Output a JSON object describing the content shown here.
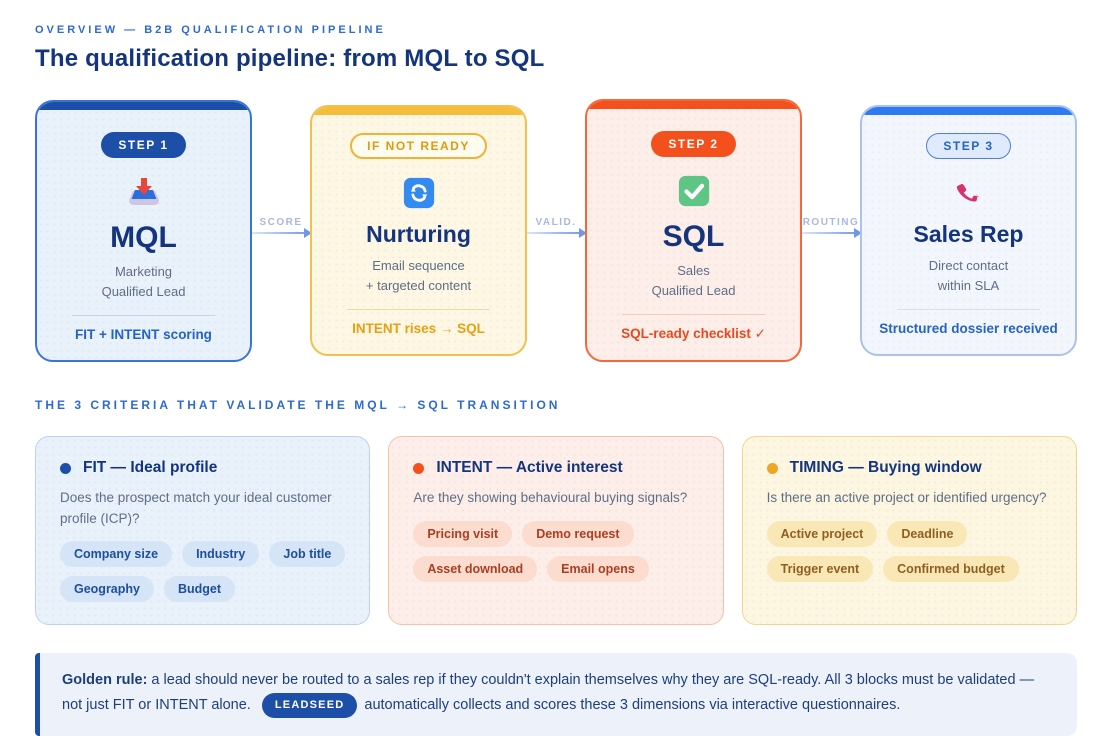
{
  "header": {
    "eyebrow": "OVERVIEW — B2B QUALIFICATION PIPELINE",
    "title": "The qualification pipeline: from MQL to SQL"
  },
  "pipeline": {
    "cards": [
      {
        "badge": "STEP 1",
        "icon": "inbox-tray-icon",
        "title": "MQL",
        "sub1": "Marketing",
        "sub2": "Qualified Lead",
        "footer": "FIT + INTENT scoring"
      },
      {
        "badge": "IF NOT READY",
        "icon": "refresh-icon",
        "title": "Nurturing",
        "sub1": "Email sequence",
        "sub2": "+ targeted content",
        "footer": "INTENT rises → SQL"
      },
      {
        "badge": "STEP 2",
        "icon": "check-mark-icon",
        "title": "SQL",
        "sub1": "Sales",
        "sub2": "Qualified Lead",
        "footer": "SQL-ready checklist ✓"
      },
      {
        "badge": "STEP 3",
        "icon": "phone-receiver-icon",
        "title": "Sales Rep",
        "sub1": "Direct contact",
        "sub2": "within SLA",
        "footer": "Structured dossier received"
      }
    ],
    "connectors": [
      "SCORE",
      "VALID.",
      "ROUTING"
    ]
  },
  "criteria": {
    "section_title": "THE 3 CRITERIA THAT VALIDATE THE MQL → SQL TRANSITION",
    "cards": [
      {
        "title": "FIT — Ideal profile",
        "question": "Does the prospect match your ideal customer profile (ICP)?",
        "tags": [
          "Company size",
          "Industry",
          "Job title",
          "Geography",
          "Budget"
        ]
      },
      {
        "title": "INTENT — Active interest",
        "question": "Are they showing behavioural buying signals?",
        "tags": [
          "Pricing visit",
          "Demo request",
          "Asset download",
          "Email opens"
        ]
      },
      {
        "title": "TIMING — Buying window",
        "question": "Is there an active project or identified urgency?",
        "tags": [
          "Active project",
          "Deadline",
          "Trigger event",
          "Confirmed budget"
        ]
      }
    ]
  },
  "golden_rule": {
    "label": "Golden rule:",
    "text_before": " a lead should never be routed to a sales rep if they couldn't explain themselves why they are SQL-ready. All 3 blocks must be validated — not just FIT or INTENT alone.",
    "badge": "LEADSEED",
    "text_after": "automatically collects and scores these 3 dimensions via interactive questionnaires."
  },
  "palette": {
    "primary_blue": "#2563c4",
    "navy_heading": "#14357d",
    "badge_navy": "#1d4fa8",
    "amber": "#f0a32a",
    "orange_red": "#f4501e",
    "light_blue_bg": "#e9f1fb",
    "light_yellow_bg": "#fdf6e1",
    "light_red_bg": "#fdeee9"
  }
}
